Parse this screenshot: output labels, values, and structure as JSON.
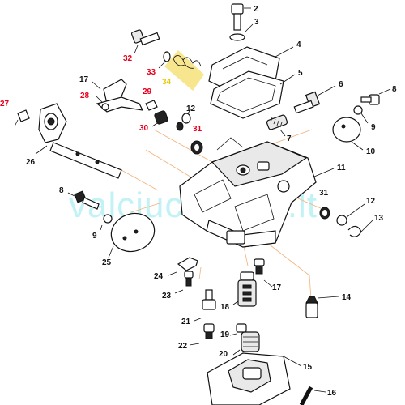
{
  "watermark": "valciucentras.lt",
  "colors": {
    "highlight": "#e8c800",
    "red_label": "#e8001c",
    "lead_orange": "#f2b27a"
  },
  "labels": {
    "p2": "2",
    "p3": "3",
    "p4": "4",
    "p5": "5",
    "p6": "6",
    "p7": "7",
    "p8a": "8",
    "p9a": "9",
    "p10": "10",
    "p11": "11",
    "p31a": "31",
    "p12a": "12",
    "p13": "13",
    "p14": "14",
    "p15": "15",
    "p16": "16",
    "p17a": "17",
    "p17b": "17",
    "p18": "18",
    "p19": "19",
    "p20": "20",
    "p21": "21",
    "p22": "22",
    "p23": "23",
    "p24": "24",
    "p25": "25",
    "p26": "26",
    "p27": "27",
    "p28": "28",
    "p29": "29",
    "p30": "30",
    "p31b": "31",
    "p12b": "12",
    "p32": "32",
    "p33": "33",
    "p34": "34",
    "p8b": "8",
    "p9b": "9"
  }
}
